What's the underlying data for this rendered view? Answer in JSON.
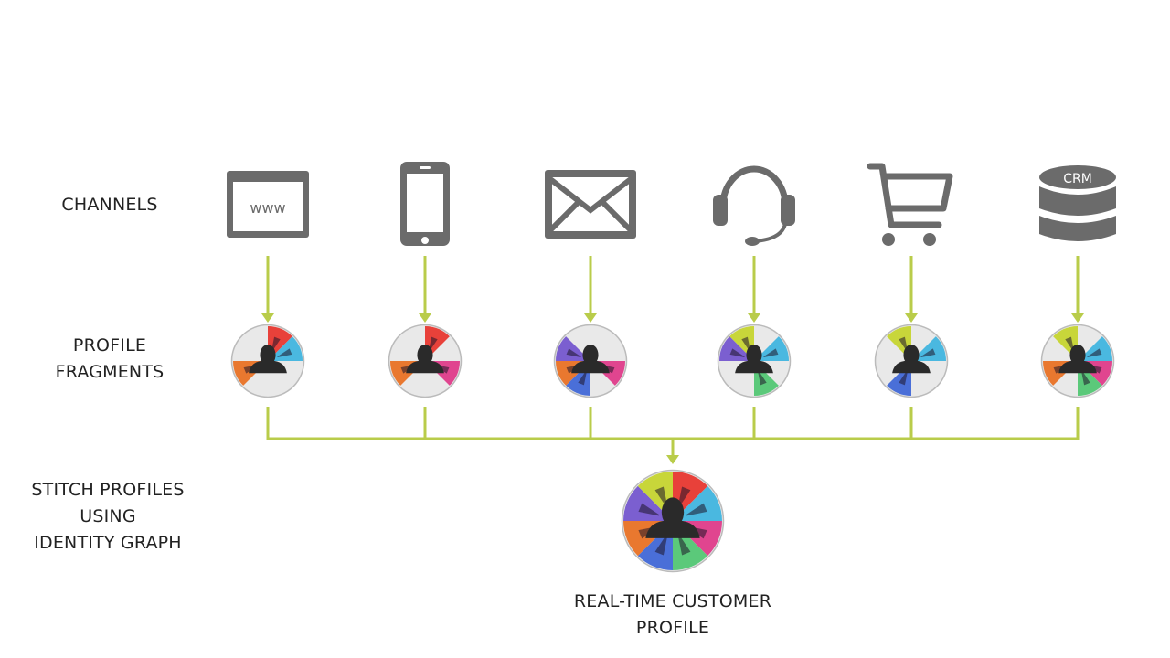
{
  "row_labels": {
    "channels": "CHANNELS",
    "fragments": [
      "PROFILE",
      "FRAGMENTS"
    ],
    "stitch": [
      "STITCH PROFILES",
      "USING",
      "IDENTITY GRAPH"
    ],
    "result": [
      "REAL-TIME CUSTOMER",
      "PROFILE"
    ]
  },
  "channels": [
    {
      "icon": "web-browser-icon",
      "text": "www",
      "segments": [
        0,
        1,
        5
      ]
    },
    {
      "icon": "mobile-phone-icon",
      "text": "",
      "segments": [
        0,
        2,
        5
      ]
    },
    {
      "icon": "email-envelope-icon",
      "text": "",
      "segments": [
        6,
        5,
        4,
        2
      ]
    },
    {
      "icon": "headset-icon",
      "text": "",
      "segments": [
        7,
        1,
        3,
        6
      ]
    },
    {
      "icon": "shopping-cart-icon",
      "text": "",
      "segments": [
        7,
        1,
        4
      ]
    },
    {
      "icon": "crm-database-icon",
      "text": "CRM",
      "segments": [
        7,
        1,
        2,
        3,
        5
      ]
    }
  ],
  "segment_colors": [
    "#e8413a",
    "#4ab8e0",
    "#e0458f",
    "#5bc97a",
    "#4a6fd8",
    "#e9782f",
    "#7b5fd0",
    "#c8d63a"
  ],
  "colors": {
    "connector": "#b9cc4a",
    "icon": "#6b6b6b",
    "empty_segment": "#e9e9e9"
  }
}
